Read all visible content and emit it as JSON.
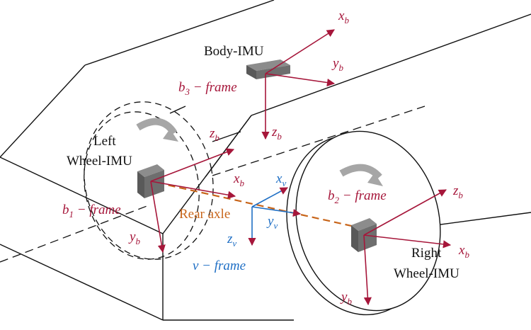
{
  "colors": {
    "frame_red": "#a6163a",
    "vehicle_blue": "#1f6fc5",
    "axle_orange": "#c8651a",
    "arrow_gray": "#a6a6a6",
    "imu_dark": "#595959",
    "imu_light": "#8c8c8c",
    "line_black": "#111111"
  },
  "labels": {
    "body_imu": "Body-IMU",
    "left_wheel_imu_line1": "Left",
    "left_wheel_imu_line2": "Wheel-IMU",
    "right_wheel_imu_line1": "Right",
    "right_wheel_imu_line2": "Wheel-IMU",
    "rear_axle": "Rear axle",
    "b1_frame": {
      "base": "b",
      "sub": "1",
      "rest": " − frame"
    },
    "b2_frame": {
      "base": "b",
      "sub": "2",
      "rest": " − frame"
    },
    "b3_frame": {
      "base": "b",
      "sub": "3",
      "rest": " − frame"
    },
    "v_frame": "v − frame"
  },
  "axes": {
    "body": {
      "x": {
        "base": "x",
        "sub": "b"
      },
      "y": {
        "base": "y",
        "sub": "b"
      },
      "z": {
        "base": "z",
        "sub": "b"
      }
    },
    "left": {
      "x": {
        "base": "x",
        "sub": "b"
      },
      "y": {
        "base": "y",
        "sub": "b"
      },
      "z": {
        "base": "z",
        "sub": "b"
      }
    },
    "right": {
      "x": {
        "base": "x",
        "sub": "b"
      },
      "y": {
        "base": "y",
        "sub": "b"
      },
      "z": {
        "base": "z",
        "sub": "b"
      }
    },
    "vehicle": {
      "x": {
        "base": "x",
        "sub": "v"
      },
      "y": {
        "base": "y",
        "sub": "v"
      },
      "z": {
        "base": "z",
        "sub": "v"
      }
    }
  }
}
